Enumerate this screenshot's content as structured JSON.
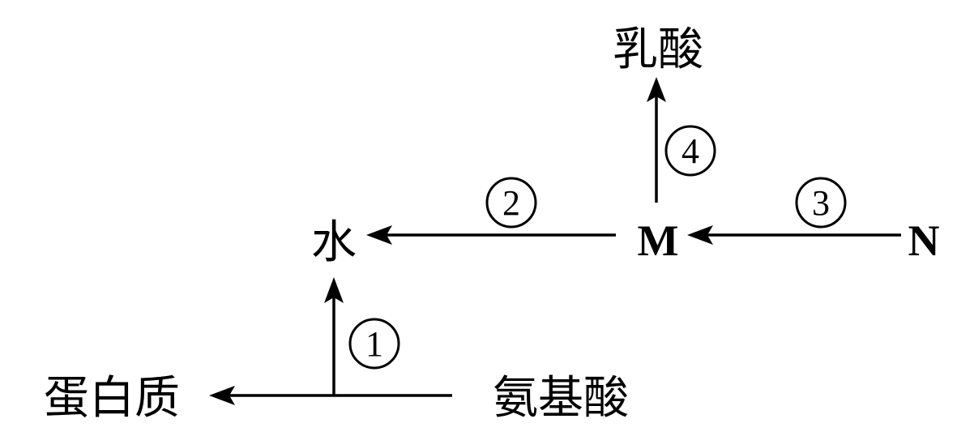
{
  "nodes": {
    "lactic_acid": "乳酸",
    "water": "水",
    "m": "M",
    "n": "N",
    "protein": "蛋白质",
    "amino_acid": "氨基酸"
  },
  "steps": {
    "one": "1",
    "two": "2",
    "three": "3",
    "four": "4"
  }
}
